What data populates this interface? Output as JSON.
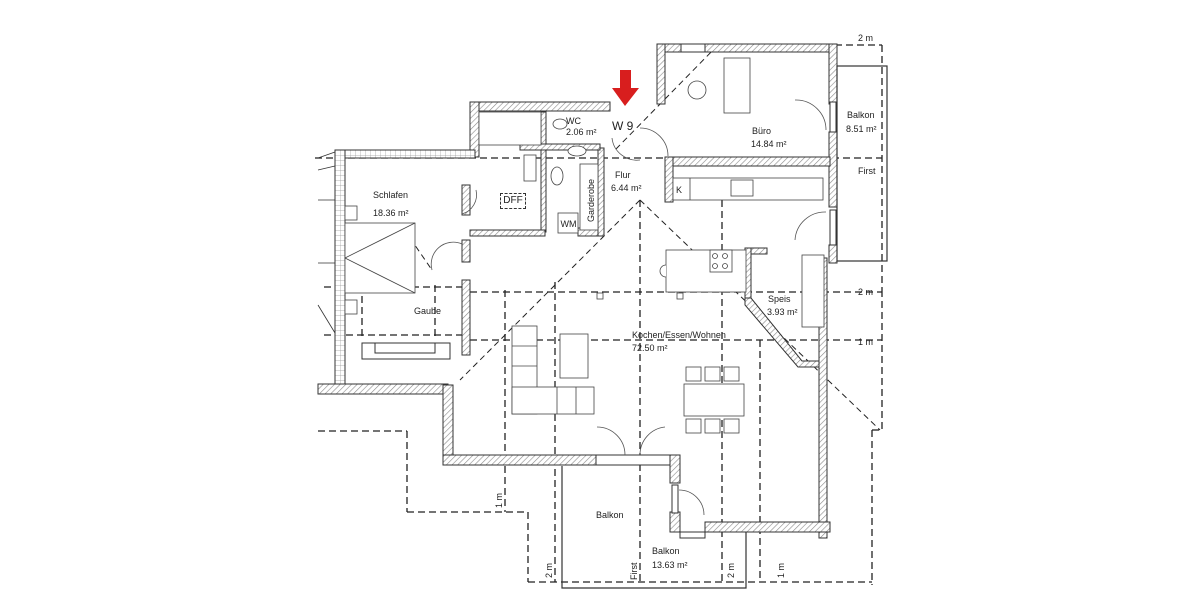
{
  "plan": {
    "unit_label": "W 9",
    "marker_color": "#d81e1e",
    "wall_color": "#333333",
    "hatch_color": "#888888",
    "rooms": [
      {
        "id": "wc",
        "name": "WC",
        "area": "2.06 m²"
      },
      {
        "id": "flur",
        "name": "Flur",
        "area": "6.44 m²"
      },
      {
        "id": "buero",
        "name": "Büro",
        "area": "14.84 m²"
      },
      {
        "id": "balkon-east",
        "name": "Balkon",
        "area": "8.51 m²"
      },
      {
        "id": "schlafen",
        "name": "Schlafen",
        "area": "18.36 m²"
      },
      {
        "id": "gaube",
        "name": "Gaube",
        "area": ""
      },
      {
        "id": "speis",
        "name": "Speis",
        "area": "3.93 m²"
      },
      {
        "id": "kochen",
        "name": "Kochen/Essen/Wohnen",
        "area": "72.50 m²"
      },
      {
        "id": "balkon-south-inner",
        "name": "Balkon",
        "area": ""
      },
      {
        "id": "balkon-south",
        "name": "Balkon",
        "area": "13.63 m²"
      }
    ],
    "fixtures": {
      "garderobe": "Garderobe",
      "dff": "DFF",
      "wm": "WM",
      "k": "K"
    },
    "dimension_labels": {
      "top_right_2m": "2 m",
      "right_first": "First",
      "right_2m": "2 m",
      "right_1m": "1 m",
      "bottom_1m_left": "1 m",
      "bottom_2m_left": "2 m",
      "bottom_first": "First",
      "bottom_2m_right": "2 m",
      "bottom_1m_right": "1 m"
    }
  }
}
